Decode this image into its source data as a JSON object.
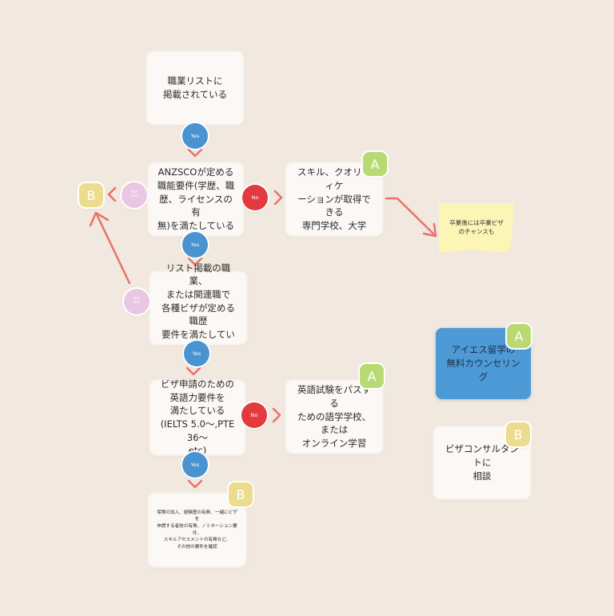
{
  "nodes": {
    "listed": "職業リストに\n掲載されている",
    "anzsco": "ANZSCOが定める\n職能要件(学歴、職\n歴、ライセンスの有\n無)を満たしている",
    "skill_school": "スキル、クオリフィケ\nーションが取得できる\n専門学校、大学",
    "listed_related": "リスト掲載の職業、\nまたは関連職で\n各種ビザが定める職歴\n要件を満たしている",
    "english_req": "ビザ申請のための\n英語力要件を\n満たしている\n(IELTS 5.0〜,PTE 36〜\netc)",
    "language_school": "英語試験をパスする\nための語学学校、\nまたは\nオンライン学習",
    "final_check": "保険の加入、経験歴の有無、一緒にビザを\n申請する者技の有無、ノミネーション要件、\nスキルアセスメントの有無など、\nその他の要件を確認",
    "counseling": "アイエス留学の\n無料カウンセリング",
    "consultant": "ビザコンサルタントに\n相談"
  },
  "note": "卒業後には卒業ビザ\nのチャンスも",
  "labels": {
    "yes": "Yes",
    "no": "No",
    "not_sure": "Not\nsure"
  },
  "badges": {
    "a": "A",
    "b": "B"
  },
  "colors": {
    "background": "#f1e8df",
    "arrow": "#e8736a",
    "yes": "#4a93d1",
    "no": "#e23a3f",
    "not_sure": "#e9c7e2",
    "badge_a": "#b9da73",
    "badge_b": "#ecdc8d",
    "blue_box": "#4d9ad7",
    "note": "#fbf6b6"
  }
}
